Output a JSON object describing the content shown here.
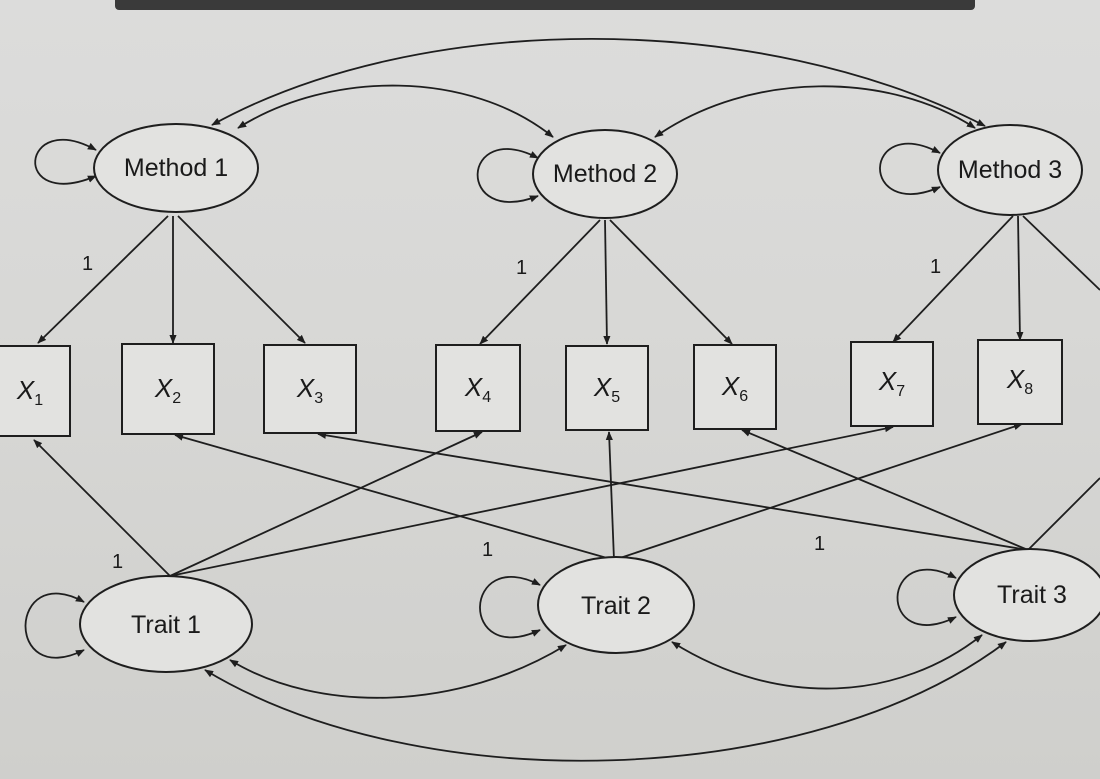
{
  "methods": [
    {
      "label": "Method 1"
    },
    {
      "label": "Method 2"
    },
    {
      "label": "Method 3"
    }
  ],
  "traits": [
    {
      "label": "Trait 1"
    },
    {
      "label": "Trait 2"
    },
    {
      "label": "Trait 3"
    }
  ],
  "indicators": [
    {
      "letter": "X",
      "sub": "1"
    },
    {
      "letter": "X",
      "sub": "2"
    },
    {
      "letter": "X",
      "sub": "3"
    },
    {
      "letter": "X",
      "sub": "4"
    },
    {
      "letter": "X",
      "sub": "5"
    },
    {
      "letter": "X",
      "sub": "6"
    },
    {
      "letter": "X",
      "sub": "7"
    },
    {
      "letter": "X",
      "sub": "8"
    }
  ],
  "fixed_loadings": {
    "method1": "1",
    "method2": "1",
    "method3": "1",
    "trait1": "1",
    "trait2": "1",
    "trait3": "1"
  },
  "colors": {
    "line": "#1e1e1e",
    "paper": "#dcdcdb"
  }
}
